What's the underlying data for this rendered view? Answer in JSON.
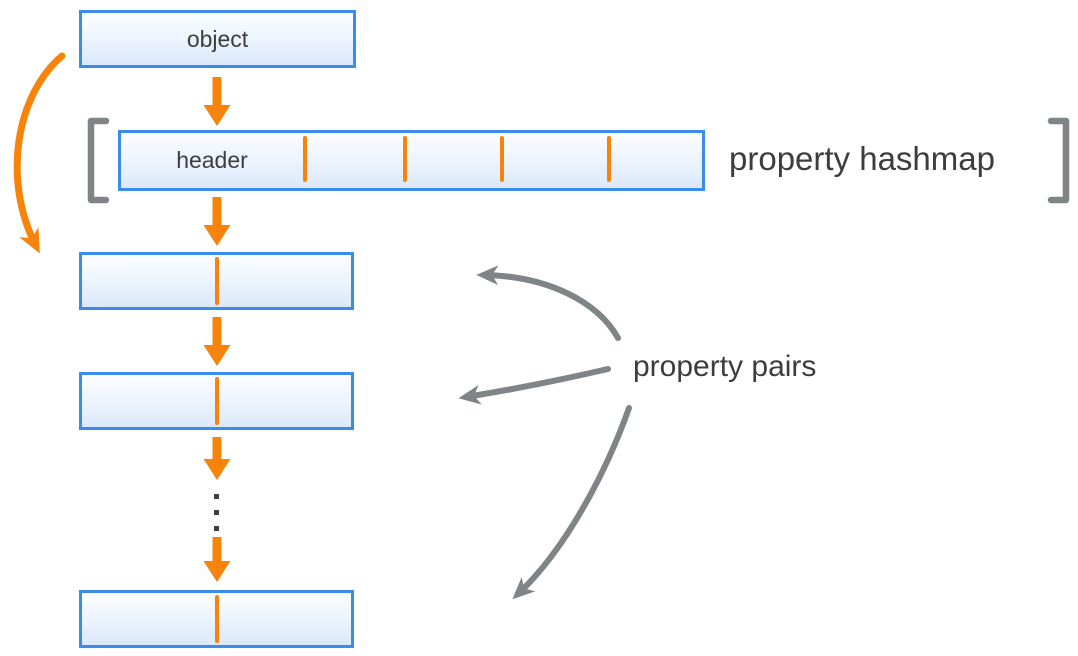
{
  "diagram": {
    "object_box": {
      "label": "object"
    },
    "hashmap": {
      "header_label": "header",
      "annotation": "property hashmap",
      "bucket_divider_count": 4
    },
    "property_pairs": {
      "annotation": "property pairs",
      "box_count": 3,
      "ellipsis_dot_count": 3
    },
    "colors": {
      "accent_orange": "#F8830B",
      "box_border_blue": "#3A8CE9",
      "box_fill_top": "#FCFEFF",
      "box_fill_bottom": "#DBE8FA",
      "annotation_gray": "#7F8487",
      "text_color": "#3D3D3D"
    }
  }
}
